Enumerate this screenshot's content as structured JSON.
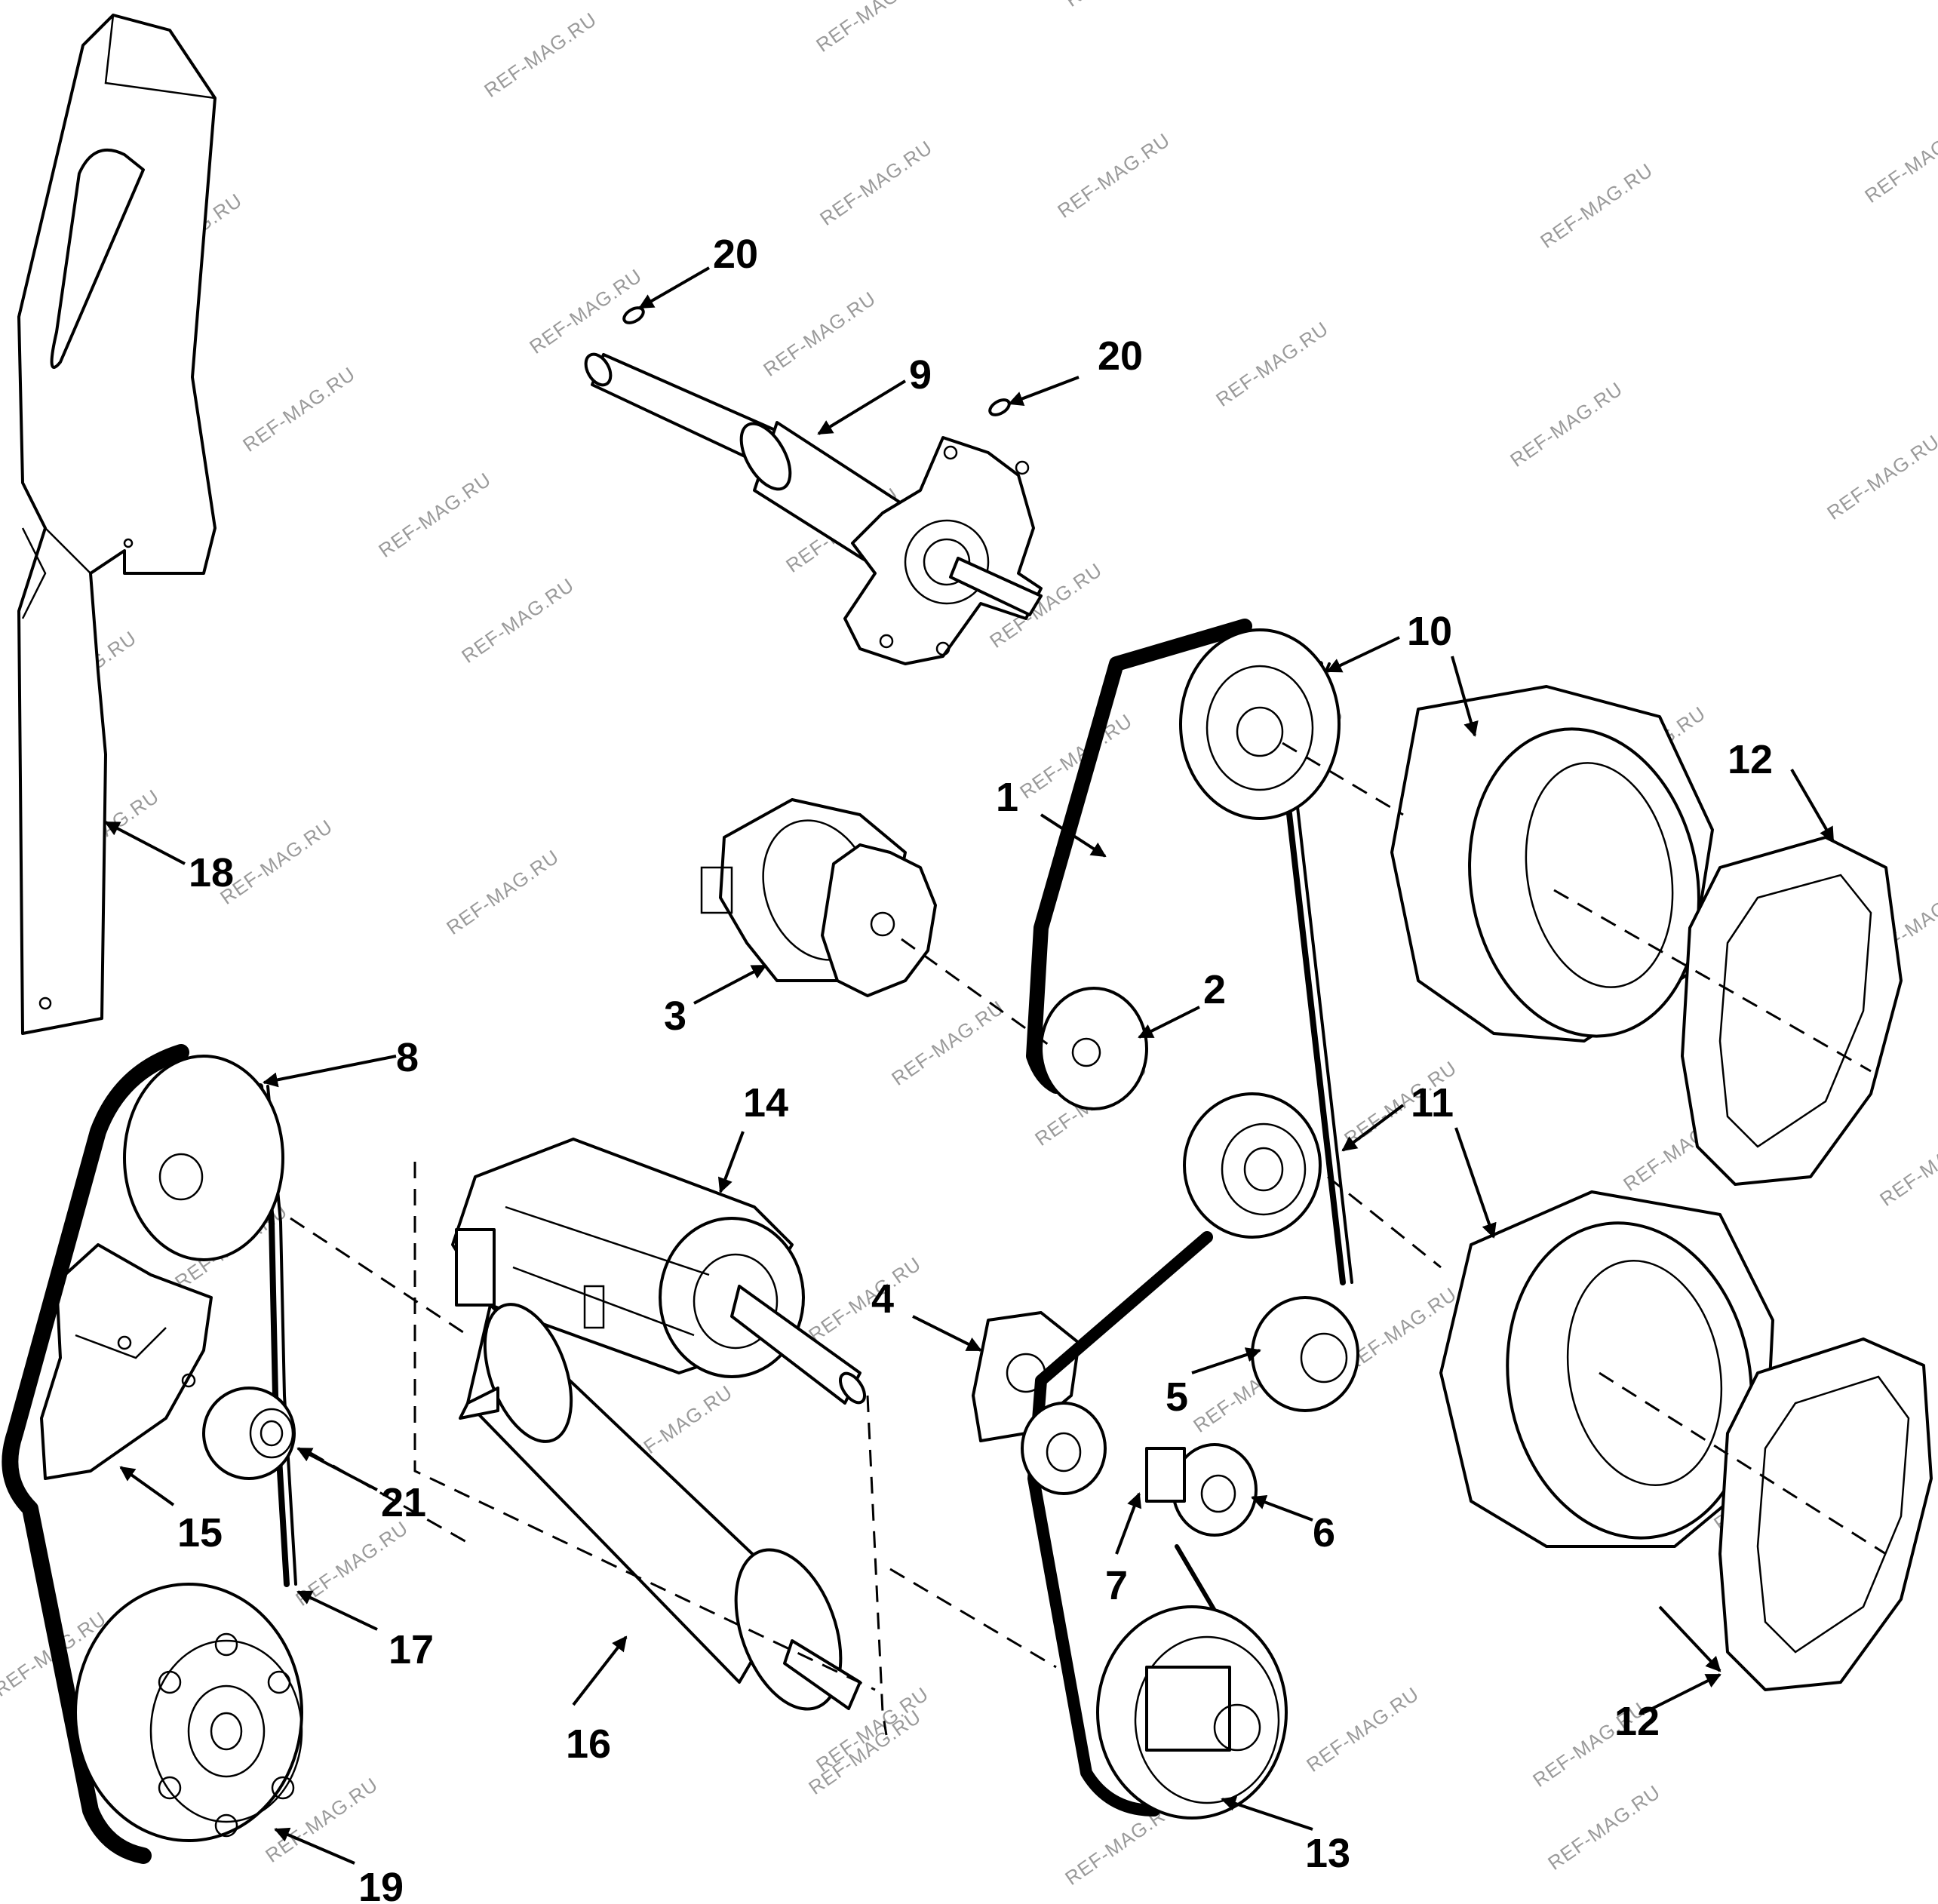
{
  "watermark": "REF-MAG.RU",
  "callouts": {
    "c1": "1",
    "c2": "2",
    "c3": "3",
    "c4": "4",
    "c5": "5",
    "c6": "6",
    "c7": "7",
    "c8": "8",
    "c9": "9",
    "c10": "10",
    "c11": "11",
    "c12a": "12",
    "c12b": "12",
    "c13": "13",
    "c14": "14",
    "c15": "15",
    "c16": "16",
    "c17": "17",
    "c18": "18",
    "c19": "19",
    "c20a": "20",
    "c20b": "20",
    "c21": "21"
  },
  "colors": {
    "ink": "#000000",
    "paper": "#ffffff",
    "watermark": "#9a9a9a"
  }
}
